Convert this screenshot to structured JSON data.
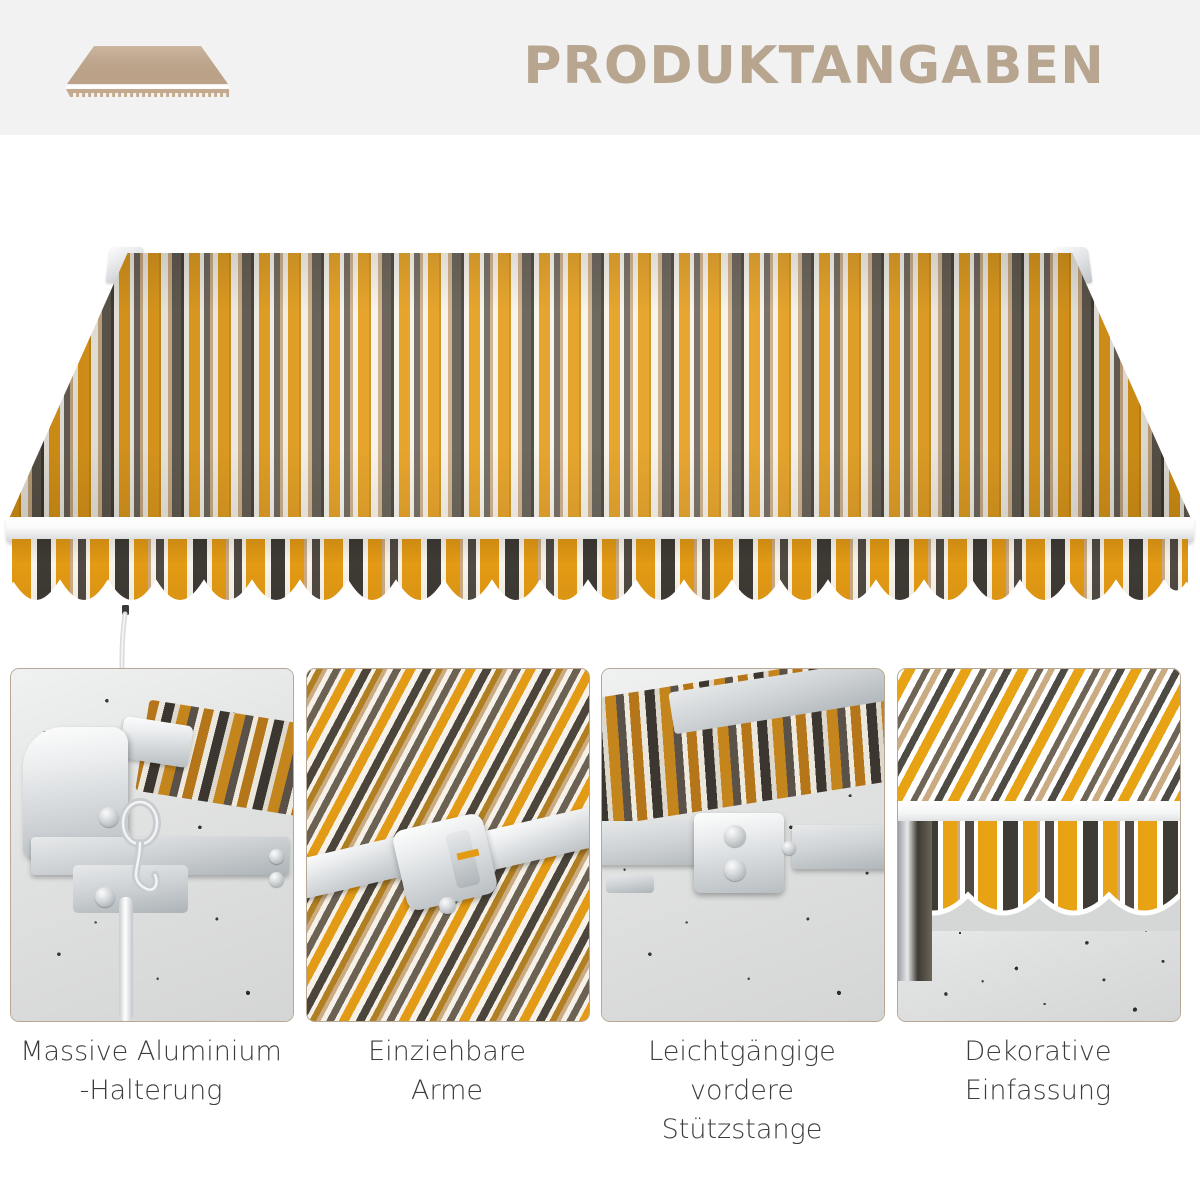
{
  "header": {
    "title": "PRODUKTANGABEN",
    "logo_icon": "awning-logo-icon",
    "background_color": "#f2f2f2",
    "title_color": "#b7a590",
    "logo_color": "#c3a98d"
  },
  "hero": {
    "product_name": "retractable-patio-awning",
    "fabric_colors": [
      "#e39a14",
      "#3e3a34",
      "#f7f3ea",
      "#cbab82",
      "#5d554a"
    ],
    "frame_color": "#ffffff",
    "parts": {
      "mounting_bracket": "wall-mounting-bracket",
      "canopy": "striped-canopy-fabric",
      "front_bar": "front-profile-bar",
      "valance": "scalloped-valance",
      "crank": "crank-handle"
    }
  },
  "features": [
    {
      "id": "panel-aluminium-bracket",
      "image_alt": "aluminium-wall-bracket-closeup",
      "caption_line1": "Massive Aluminium",
      "caption_line2": "-Halterung"
    },
    {
      "id": "panel-retractable-arms",
      "image_alt": "retractable-folding-arm-closeup",
      "caption_line1": "Einziehbare",
      "caption_line2": "Arme"
    },
    {
      "id": "panel-front-support-bar",
      "image_alt": "front-support-bar-closeup",
      "caption_line1": "Leichtgängige vordere",
      "caption_line2": "Stützstange"
    },
    {
      "id": "panel-decorative-border",
      "image_alt": "decorative-valance-border-closeup",
      "caption_line1": "Dekorative",
      "caption_line2": "Einfassung"
    }
  ],
  "colors": {
    "amber": "#e39a14",
    "dark_brown": "#3e3a34",
    "cream": "#f7f3ea",
    "tan": "#cbab82",
    "panel_border": "#b8a893",
    "caption_text": "#3c3c3c",
    "page_background": "#ffffff"
  }
}
